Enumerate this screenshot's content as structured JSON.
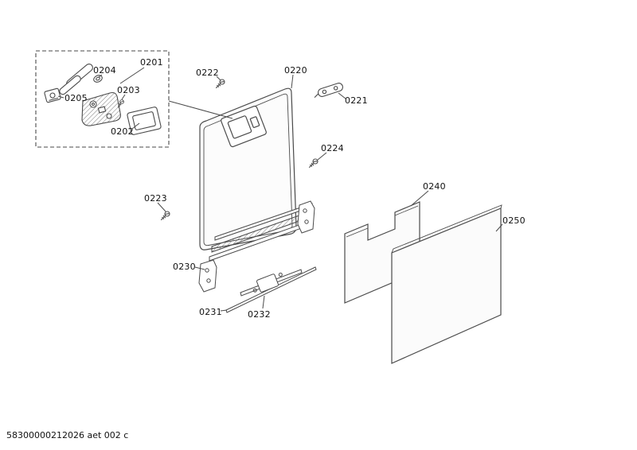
{
  "footer": "58300000212026 aet 002 c",
  "part_labels": {
    "0201": "0201",
    "0202": "0202",
    "0203": "0203",
    "0204": "0204",
    "0205": "0205",
    "0220": "0220",
    "0221": "0221",
    "0222": "0222",
    "0223": "0223",
    "0224": "0224",
    "0230": "0230",
    "0231": "0231",
    "0232": "0232",
    "0240": "0240",
    "0250": "0250"
  }
}
